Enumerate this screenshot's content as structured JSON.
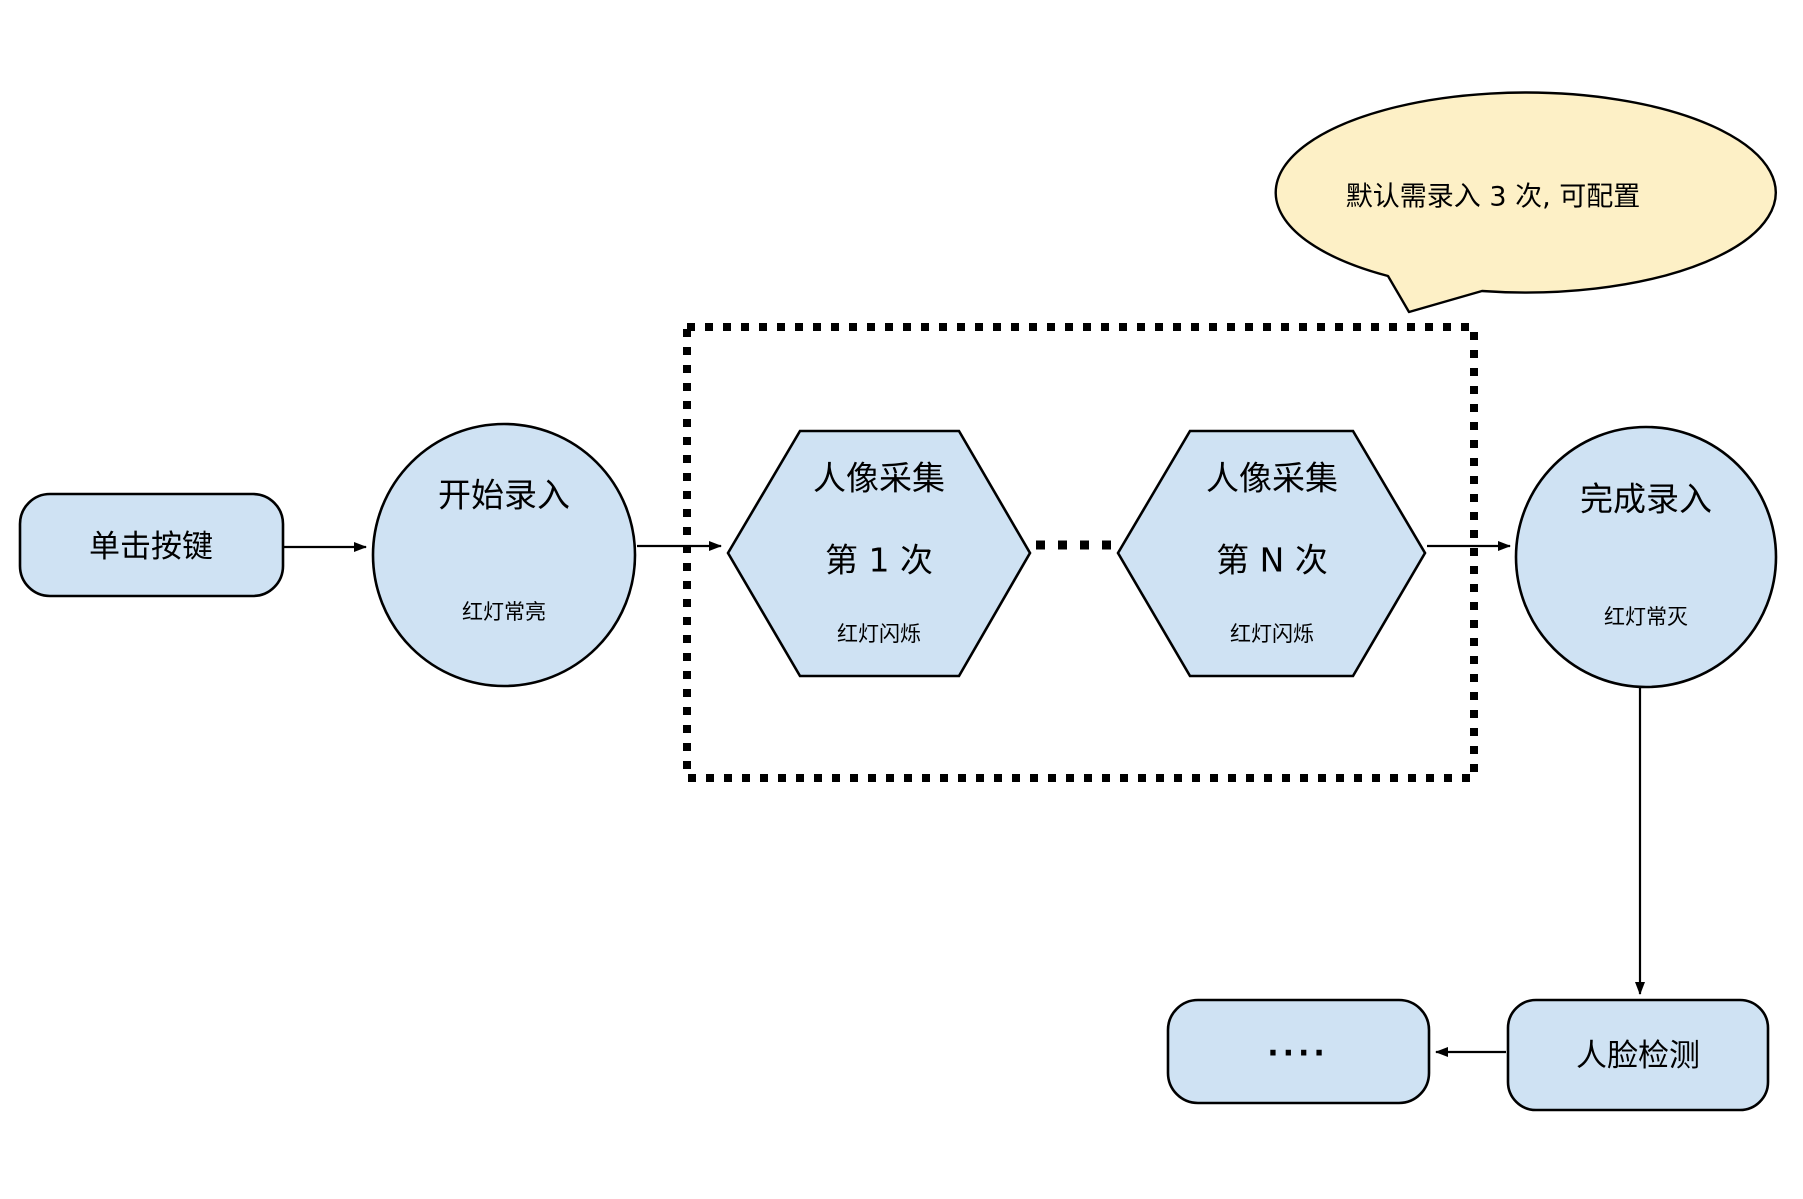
{
  "colors": {
    "node_fill": "#cfe2f3",
    "node_stroke": "#000000",
    "callout_fill": "#fdf0c6",
    "background": "#ffffff"
  },
  "nodes": {
    "click_button": {
      "label": "单击按键"
    },
    "start_entry": {
      "title": "开始录入",
      "subtitle": "红灯常亮"
    },
    "capture_first": {
      "line1": "人像采集",
      "line2": "第 1 次",
      "subtitle": "红灯闪烁"
    },
    "capture_nth": {
      "line1": "人像采集",
      "line2": "第 N 次",
      "subtitle": "红灯闪烁"
    },
    "finish_entry": {
      "title": "完成录入",
      "subtitle": "红灯常灭"
    },
    "face_detect": {
      "label": "人脸检测"
    },
    "ellipsis_box": {
      "label": "...."
    }
  },
  "callout": {
    "text": "默认需录入 3 次, 可配置"
  }
}
